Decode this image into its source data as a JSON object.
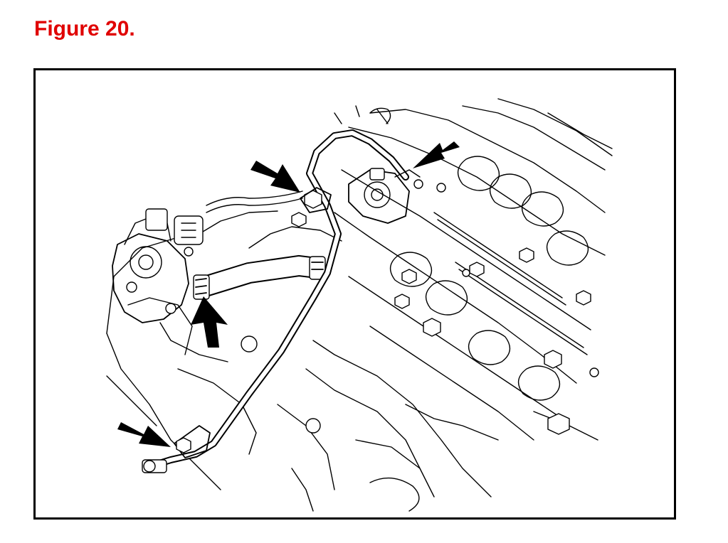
{
  "figure": {
    "title": "Figure 20.",
    "title_color": "#e00000"
  },
  "diagram": {
    "arrow_color": "#000000",
    "arrows": [
      "arrow-top-left",
      "arrow-top-right",
      "arrow-middle-up",
      "arrow-bottom-left"
    ]
  }
}
